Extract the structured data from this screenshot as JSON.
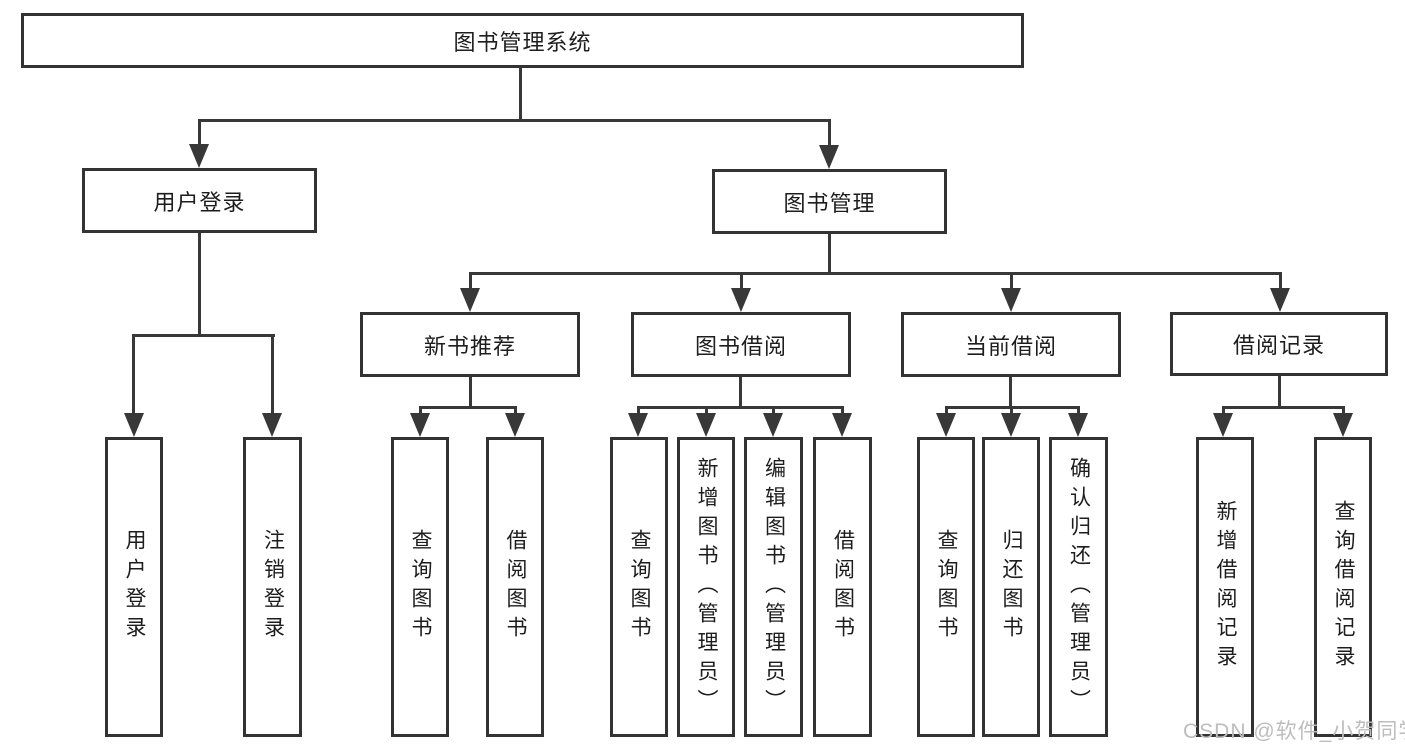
{
  "colors": {
    "bg": "#ffffff",
    "line": "#383838",
    "border": "#333333",
    "text": "#1d1d1d",
    "watermark": "#bdbdbd"
  },
  "watermark": {
    "text": "CSDN @软件_小贺同学"
  },
  "diagram": {
    "type": "hierarchy-tree",
    "tree": {
      "root": {
        "label": "图书管理系统",
        "children": [
          {
            "label": "用户登录",
            "children": [
              {
                "label": "用户登录"
              },
              {
                "label": "注销登录"
              }
            ]
          },
          {
            "label": "图书管理",
            "children": [
              {
                "label": "新书推荐",
                "children": [
                  {
                    "label": "查询图书"
                  },
                  {
                    "label": "借阅图书"
                  }
                ]
              },
              {
                "label": "图书借阅",
                "children": [
                  {
                    "label": "查询图书"
                  },
                  {
                    "label": "新增图书（管理员）"
                  },
                  {
                    "label": "编辑图书（管理员）"
                  },
                  {
                    "label": "借阅图书"
                  }
                ]
              },
              {
                "label": "当前借阅",
                "children": [
                  {
                    "label": "查询图书"
                  },
                  {
                    "label": "归还图书"
                  },
                  {
                    "label": "确认归还（管理员）"
                  }
                ]
              },
              {
                "label": "借阅记录",
                "children": [
                  {
                    "label": "新增借阅记录"
                  },
                  {
                    "label": "查询借阅记录"
                  }
                ]
              }
            ]
          }
        ]
      }
    }
  }
}
